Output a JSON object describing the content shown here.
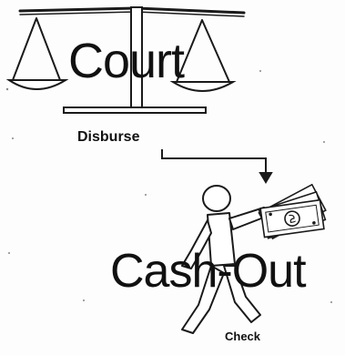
{
  "labels": {
    "court": "Court",
    "disburse": "Disburse",
    "cash_out": "Cash-Out",
    "check": "Check"
  },
  "icons": {
    "scale": "balance-scale-icon",
    "person": "stick-figure-icon",
    "money": "money-bills-icon",
    "arrow": "flow-arrow"
  },
  "colors": {
    "ink": "#111111",
    "paper": "#fdfdfd"
  }
}
